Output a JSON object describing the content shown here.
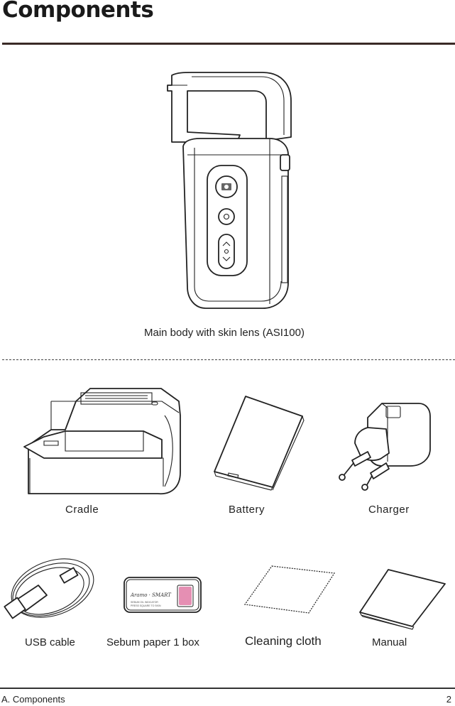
{
  "page": {
    "title": "Components",
    "footer_section": "A. Components",
    "page_number": "2"
  },
  "components": {
    "main_body": "Main body with skin lens (ASI100)",
    "cradle": "Cradle",
    "battery": "Battery",
    "charger": "Charger",
    "usb_cable": "USB cable",
    "sebum_paper": "Sebum  paper 1 box",
    "cleaning_cloth": "Cleaning cloth",
    "manual": "Manual"
  },
  "sebum_box": {
    "brand": "Aramo · SMART",
    "line1": "SEBUM OIL INDICATOR",
    "line2": "PRESS SQUARE TO SKIN"
  },
  "colors": {
    "rule": "#3a2a26",
    "sebum_pad": "#e58fb3"
  }
}
